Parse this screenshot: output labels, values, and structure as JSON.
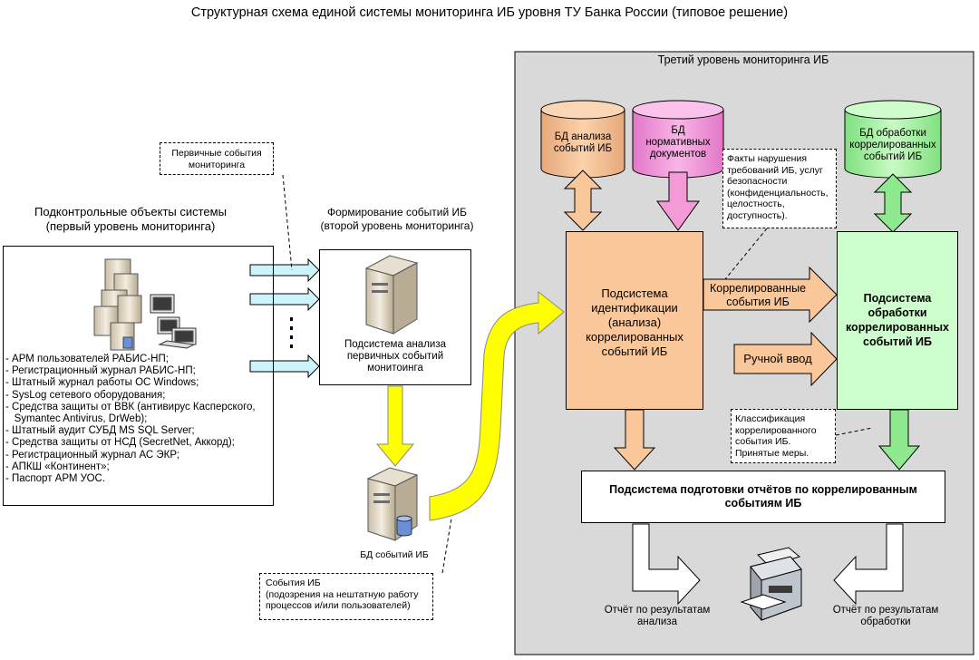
{
  "title": "Структурная схема единой системы мониторинга ИБ уровня ТУ Банка России (типовое решение)",
  "level3": {
    "label": "Третий уровень мониторинга ИБ",
    "db_analysis": [
      "БД анализа",
      "событий ИБ"
    ],
    "db_normative": [
      "БД",
      "нормативных",
      "документов"
    ],
    "db_processing": [
      "БД обработки",
      "коррелированных",
      "событий ИБ"
    ],
    "note_violations": [
      "Факты нарушения",
      "требований ИБ, услуг",
      "безопасности",
      "(конфиденциальность,",
      "целостность,",
      "доступность)."
    ],
    "ident_subsystem": [
      "Подсистема",
      "идентификации",
      "(анализа)",
      "коррелированных",
      "событий ИБ"
    ],
    "processing_subsystem": [
      "Подсистема",
      "обработки",
      "коррелированных",
      "событий ИБ"
    ],
    "correlated_arrow": [
      "Коррелированные",
      "события ИБ"
    ],
    "manual_input": "Ручной ввод",
    "note_classification": [
      "Классификация",
      "коррелированного",
      "события ИБ.",
      "Принятые меры."
    ],
    "report_subsystem": [
      "Подсистема подготовки отчётов по коррелированным",
      "событиям ИБ"
    ],
    "report_analysis": [
      "Отчёт по результатам",
      "анализа"
    ],
    "report_processing": [
      "Отчёт по результатам",
      "обработки"
    ]
  },
  "level1": {
    "label": [
      "Подконтрольные объекты системы",
      "(первый уровень мониторинга)"
    ],
    "items": [
      "- АРМ пользователей РАБИС-НП;",
      "- Регистрационный журнал РАБИС-НП;",
      "- Штатный журнал работы ОС Windows;",
      "- SysLog сетевого оборудования;",
      "- Средства защиты от ВВК (антивирус Касперского,",
      "   Symantec Antivirus, DrWeb);",
      "- Штатный аудит СУБД MS SQL Server;",
      "- Средства защиты от НСД (SecretNet, Аккорд);",
      "- Регистрационный журнал АС ЭКР;",
      "- АПКШ «Континент»;",
      "- Паспорт АРМ УОС."
    ]
  },
  "level2": {
    "label": [
      "Формирование событий ИБ",
      "(второй уровень мониторинга)"
    ],
    "subsystem": [
      "Подсистема анализа",
      "первичных событий",
      "монитоинга"
    ],
    "note_primary": [
      "Первичные события",
      "мониторинга"
    ],
    "db_events": "БД событий ИБ",
    "note_events": [
      "События ИБ",
      "(подозрения на нештатную работу",
      "процессов и/или пользователей)"
    ]
  },
  "colors": {
    "panel_bg": "#d8d8d8",
    "orange_fill": "#f9c79a",
    "pink_fill": "#f49ad8",
    "green_fill": "#b6f5b0",
    "green_box": "#ccffcc",
    "yellow": "#ffff00",
    "cyan_arrow": "#ccf2fa"
  }
}
